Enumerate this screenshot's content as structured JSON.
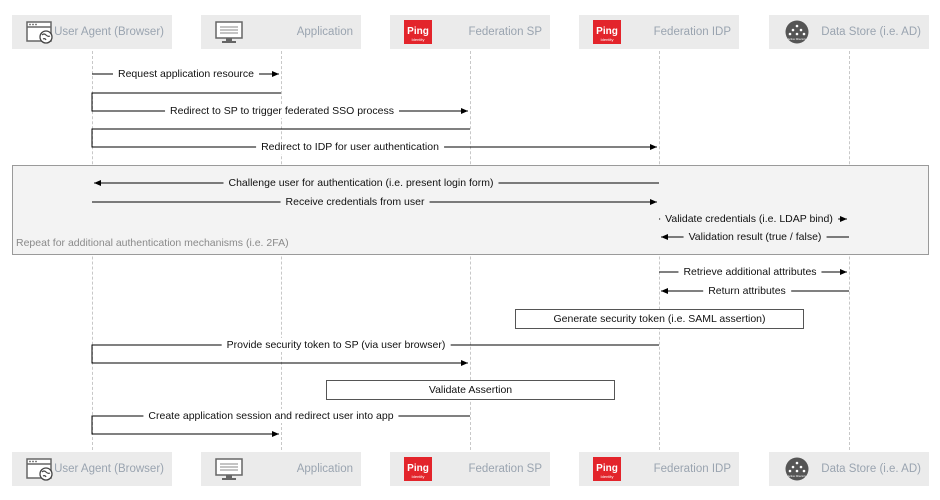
{
  "actors": [
    {
      "label": "User Agent (Browser)",
      "icon": "browser-icon"
    },
    {
      "label": "Application",
      "icon": "monitor-icon"
    },
    {
      "label": "Federation SP",
      "icon": "ping-logo-icon",
      "logo_text": "Ping",
      "logo_subtext": "Identity"
    },
    {
      "label": "Federation IDP",
      "icon": "ping-logo-icon",
      "logo_text": "Ping",
      "logo_subtext": "Identity"
    },
    {
      "label": "Data Store (i.e. AD)",
      "icon": "directory-icon",
      "icon_text": "Active Directory"
    }
  ],
  "messages": [
    "Request application resource",
    "Redirect to SP to trigger federated SSO process",
    "Redirect to IDP for user authentication",
    "Challenge user for authentication (i.e. present login form)",
    "Receive credentials from user",
    "Validate credentials (i.e. LDAP bind)",
    "Validation result (true / false)",
    "Retrieve additional attributes",
    "Return attributes",
    "Provide security token to SP (via user browser)",
    "Create application session and redirect user into app"
  ],
  "loop_label": "Repeat for additional authentication mechanisms (i.e. 2FA)",
  "notes": [
    "Generate security token (i.e. SAML assertion)",
    "Validate Assertion"
  ],
  "colors": {
    "ping_red": "#e3242b",
    "actor_bg": "#ebebeb",
    "actor_label": "#9aa4b0",
    "loop_bg": "#f3f3f3"
  }
}
